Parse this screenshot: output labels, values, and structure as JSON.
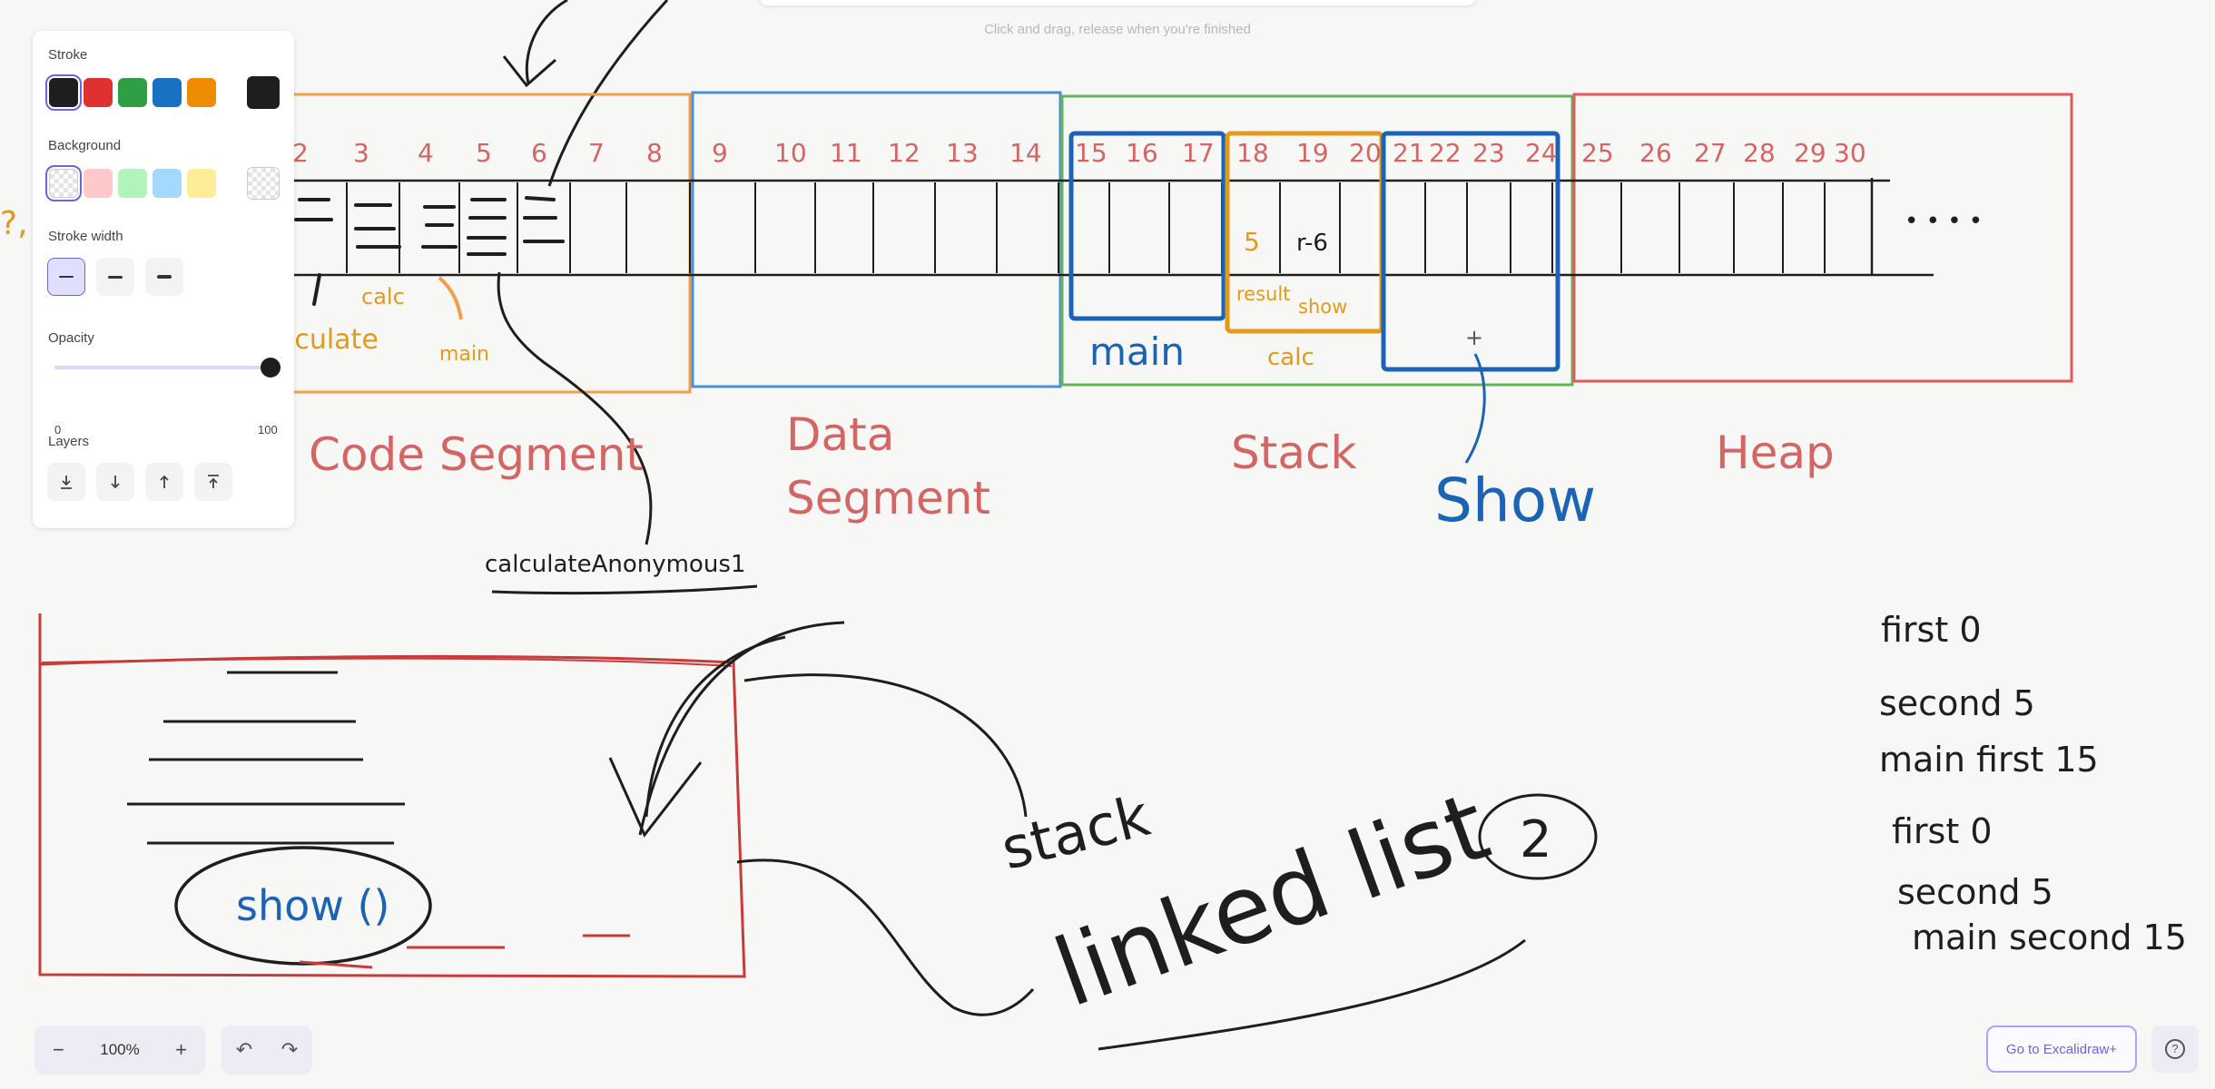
{
  "app": {
    "hint_text": "Click and drag, release when you're finished"
  },
  "properties_panel": {
    "stroke_title": "Stroke",
    "stroke_colors": [
      "#1e1e1e",
      "#e03131",
      "#2f9e44",
      "#1971c2",
      "#f08c00"
    ],
    "stroke_current": "#1e1e1e",
    "background_title": "Background",
    "background_colors": [
      "transparent",
      "#ffc9c9",
      "#b2f2bb",
      "#a5d8ff",
      "#ffec99"
    ],
    "stroke_width_title": "Stroke width",
    "opacity_title": "Opacity",
    "opacity_min": "0",
    "opacity_max": "100",
    "opacity_value": 100,
    "layers_title": "Layers",
    "layer_icons": [
      "send-to-back-icon",
      "send-backward-icon",
      "bring-forward-icon",
      "bring-to-front-icon"
    ]
  },
  "drawing": {
    "code_cells": [
      "2",
      "3",
      "4",
      "5",
      "6",
      "7",
      "8"
    ],
    "data_cells": [
      "9",
      "10",
      "11",
      "12",
      "13",
      "14"
    ],
    "stack_cells_a": [
      "15",
      "16",
      "17"
    ],
    "stack_cells_b": [
      "18",
      "19",
      "20"
    ],
    "stack_cells_c": [
      "21",
      "22",
      "23",
      "24"
    ],
    "heap_cells": [
      "25",
      "26",
      "27",
      "28",
      "29",
      "30"
    ],
    "ellipsis": "• • • •",
    "code_labels": {
      "calculate": "lculate",
      "calc": "calc",
      "main": "main",
      "left_mark": "?,"
    },
    "stack_values": {
      "five": "5",
      "r6": "r-6",
      "result": "result",
      "show_small": "show"
    },
    "frame_labels": {
      "main": "main",
      "calc": "calc",
      "show": "Show"
    },
    "segment_titles": {
      "code": "Code Segment",
      "data_line1": "Data",
      "data_line2": "Segment",
      "stack": "Stack",
      "heap": "Heap"
    },
    "anon_label": "calculateAnonymous1",
    "show_call": "show ()",
    "stack_word": "stack",
    "linked_list": "linked list",
    "circled_number": "2",
    "output_lines": [
      "first 0",
      "second 5",
      "main first 15",
      "first 0",
      "second 5",
      "main second 15"
    ]
  },
  "bottom_bar": {
    "zoom_out": "−",
    "zoom_level": "100%",
    "zoom_in": "+",
    "undo": "↶",
    "redo": "↷",
    "goto_label": "Go to Excalidraw+",
    "help": "?"
  }
}
